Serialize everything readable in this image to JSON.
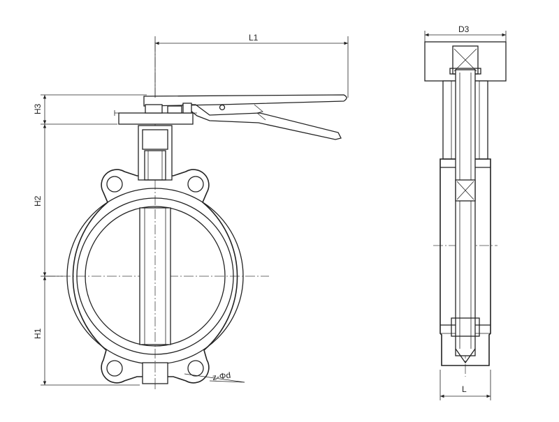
{
  "dimensions": {
    "L1": "L1",
    "H3": "H3",
    "H2": "H2",
    "H1": "H1",
    "D3": "D3",
    "L": "L",
    "holes": "z-Φd"
  }
}
